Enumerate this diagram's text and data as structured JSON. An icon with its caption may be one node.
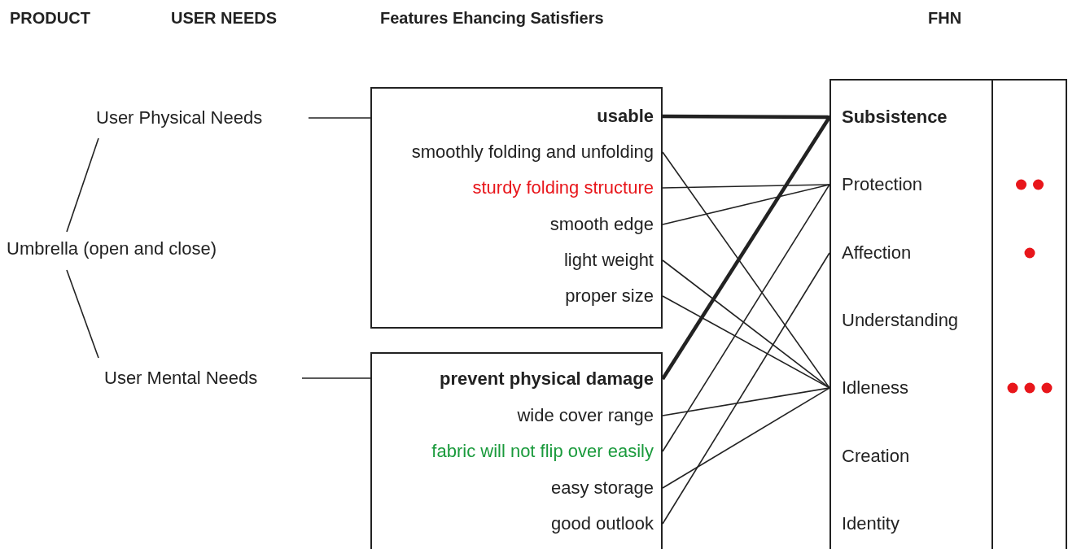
{
  "diagram": {
    "nodes": [
      {
        "text": [
          "Umbrella (open and close)"
        ]
      },
      {
        "text": [
          "User Physical Needs"
        ]
      },
      {
        "text": [
          "User Mental Needs"
        ]
      },
      {
        "text": [],
        "shape": "box"
      },
      {
        "text": [
          "usable"
        ],
        "in": 3
      },
      {
        "text": [
          "smoothly folding and unfolding"
        ],
        "in": 3
      },
      {
        "text": [
          "sturdy folding structure"
        ],
        "in": 3
      },
      {
        "text": [
          "smooth edge"
        ],
        "in": 3
      },
      {
        "text": [
          "light weight"
        ],
        "in": 3
      },
      {
        "text": [
          "proper size"
        ],
        "in": 3
      },
      {
        "text": [],
        "shape": "box"
      },
      {
        "text": [
          "prevent physical damage"
        ],
        "in": 10
      },
      {
        "text": [
          "wide cover range"
        ],
        "in": 10
      },
      {
        "text": [
          "fabric will not flip over easily"
        ],
        "in": 10
      },
      {
        "text": [
          "easy storage"
        ],
        "in": 10
      },
      {
        "text": [
          "good outlook"
        ],
        "in": 10
      },
      {
        "text": [],
        "shape": "box"
      },
      {
        "text": [
          "Subsistence"
        ],
        "in": 16
      },
      {
        "text": [
          "Protection"
        ],
        "in": 16
      },
      {
        "text": [
          "Affection"
        ],
        "in": 16
      },
      {
        "text": [
          "Understanding"
        ],
        "in": 16
      },
      {
        "text": [
          "Idleness"
        ],
        "in": 16
      },
      {
        "text": [
          "Creation"
        ],
        "in": 16
      },
      {
        "text": [
          "Identity"
        ],
        "in": 16
      }
    ],
    "edges": [
      {
        "from": 0,
        "to": 1,
        "arrow": "none"
      },
      {
        "from": 0,
        "to": 2,
        "arrow": "none"
      },
      {
        "from": 1,
        "to": 3,
        "arrow": "none"
      },
      {
        "from": 2,
        "to": 10,
        "arrow": "none"
      },
      {
        "from": 4,
        "to": 17,
        "arrow": "none",
        "style": "thick"
      },
      {
        "from": 5,
        "to": 21,
        "arrow": "none"
      },
      {
        "from": 6,
        "to": 18,
        "arrow": "none"
      },
      {
        "from": 7,
        "to": 18,
        "arrow": "none"
      },
      {
        "from": 8,
        "to": 21,
        "arrow": "none"
      },
      {
        "from": 9,
        "to": 21,
        "arrow": "none"
      },
      {
        "from": 11,
        "to": 17,
        "arrow": "none",
        "style": "thick"
      },
      {
        "from": 12,
        "to": 21,
        "arrow": "none"
      },
      {
        "from": 13,
        "to": 18,
        "arrow": "none"
      },
      {
        "from": 14,
        "to": 21,
        "arrow": "none"
      },
      {
        "from": 15,
        "to": 19,
        "arrow": "none"
      }
    ],
    "labels": [
      "PRODUCT",
      "USER NEEDS",
      "Features Ehancing Satisfiers",
      "FHN"
    ]
  }
}
